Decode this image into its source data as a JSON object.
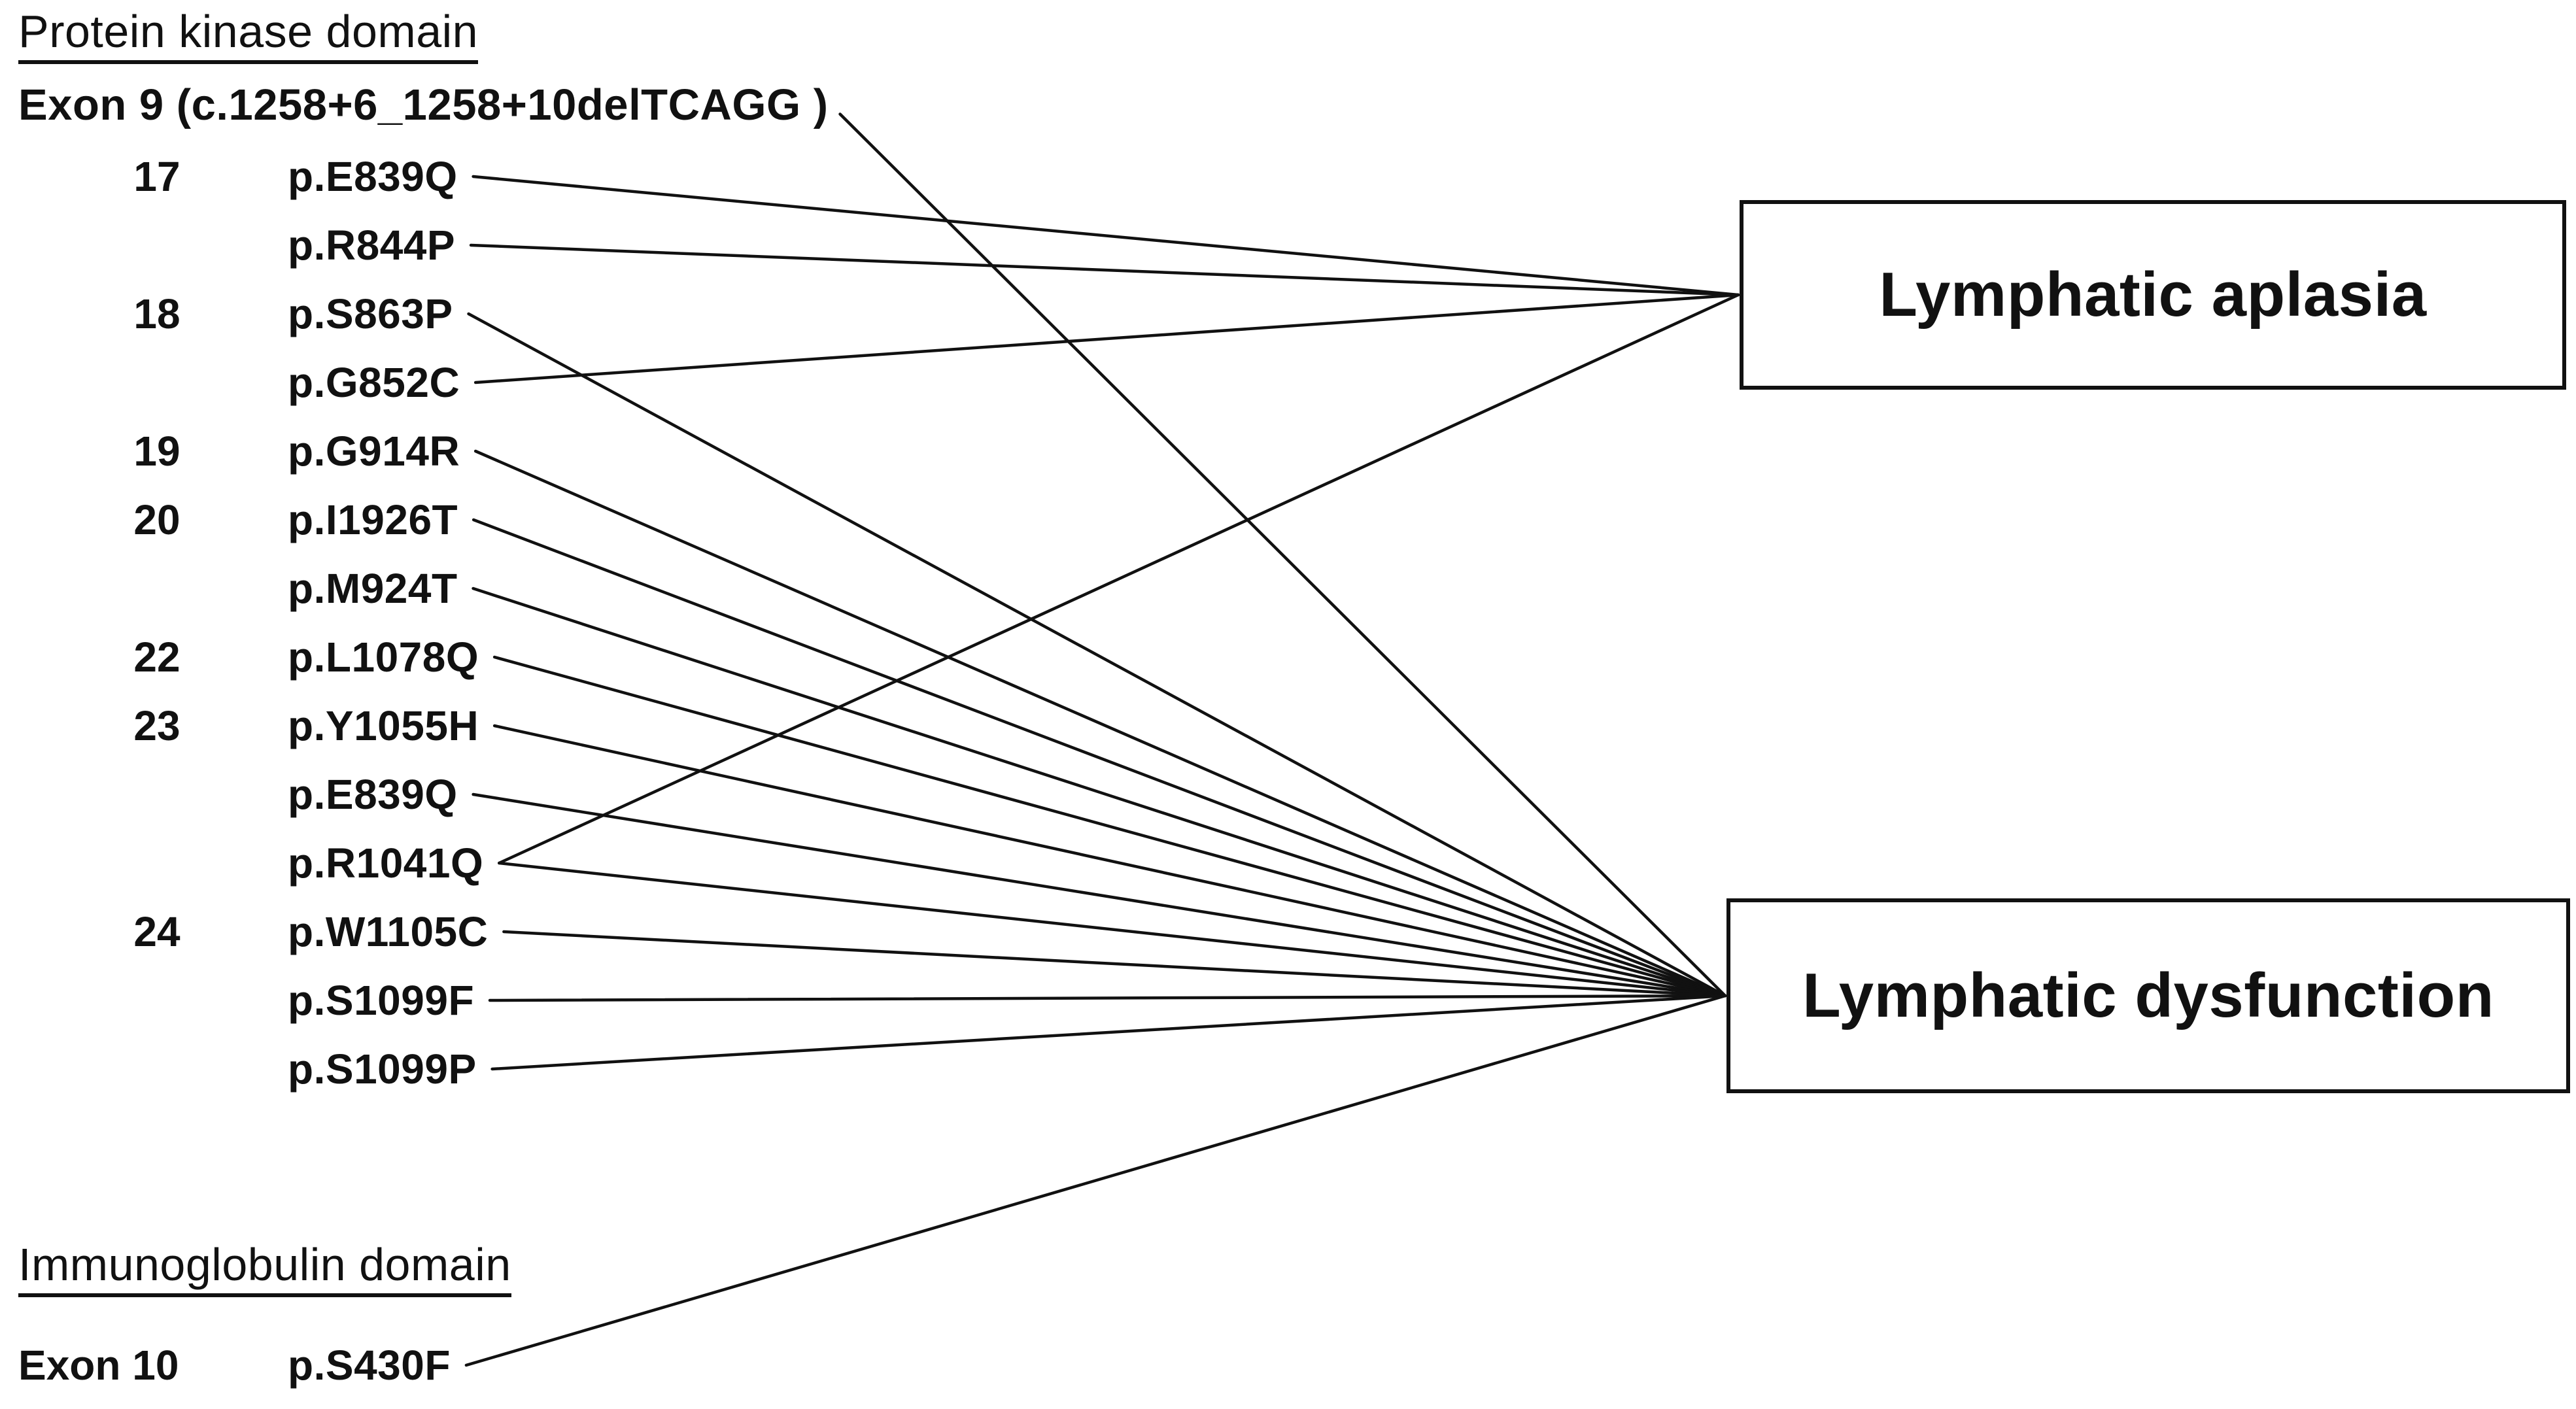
{
  "colors": {
    "ink": "#111111",
    "paper": "#ffffff"
  },
  "kinase_section": {
    "title": "Protein kinase domain",
    "exon9_id": "exon9",
    "exon9_label": "Exon 9 (c.1258+6_1258+10delTCAGG )"
  },
  "mutations": [
    {
      "id": "e839q_17",
      "exon": "17",
      "label": "p.E839Q"
    },
    {
      "id": "r844p",
      "exon": "",
      "label": "p.R844P"
    },
    {
      "id": "s863p",
      "exon": "18",
      "label": "p.S863P"
    },
    {
      "id": "g852c",
      "exon": "",
      "label": "p.G852C"
    },
    {
      "id": "g914r",
      "exon": "19",
      "label": "p.G914R"
    },
    {
      "id": "i1926t",
      "exon": "20",
      "label": "p.I1926T"
    },
    {
      "id": "m924t",
      "exon": "",
      "label": "p.M924T"
    },
    {
      "id": "l1078q",
      "exon": "22",
      "label": "p.L1078Q"
    },
    {
      "id": "y1055h",
      "exon": "23",
      "label": "p.Y1055H"
    },
    {
      "id": "e839q_23",
      "exon": "",
      "label": "p.E839Q"
    },
    {
      "id": "r1041q",
      "exon": "",
      "label": "p.R1041Q"
    },
    {
      "id": "w1105c",
      "exon": "24",
      "label": "p.W1105C"
    },
    {
      "id": "s1099f",
      "exon": "",
      "label": "p.S1099F"
    },
    {
      "id": "s1099p",
      "exon": "",
      "label": "p.S1099P"
    }
  ],
  "ig_section": {
    "title": "Immunoglobulin domain",
    "exon_label": "Exon 10",
    "mutation": {
      "id": "s430f",
      "label": "p.S430F"
    }
  },
  "outcomes": [
    {
      "id": "aplasia",
      "label": "Lymphatic aplasia"
    },
    {
      "id": "dysfunction",
      "label": "Lymphatic dysfunction"
    }
  ],
  "connections": [
    {
      "from": "exon9",
      "to": "dysfunction"
    },
    {
      "from": "e839q_17",
      "to": "aplasia"
    },
    {
      "from": "r844p",
      "to": "aplasia"
    },
    {
      "from": "s863p",
      "to": "dysfunction"
    },
    {
      "from": "g852c",
      "to": "aplasia"
    },
    {
      "from": "g914r",
      "to": "dysfunction"
    },
    {
      "from": "i1926t",
      "to": "dysfunction"
    },
    {
      "from": "m924t",
      "to": "dysfunction"
    },
    {
      "from": "l1078q",
      "to": "dysfunction"
    },
    {
      "from": "y1055h",
      "to": "dysfunction"
    },
    {
      "from": "e839q_23",
      "to": "dysfunction"
    },
    {
      "from": "r1041q",
      "to": "aplasia"
    },
    {
      "from": "r1041q",
      "to": "dysfunction"
    },
    {
      "from": "w1105c",
      "to": "dysfunction"
    },
    {
      "from": "s1099f",
      "to": "dysfunction"
    },
    {
      "from": "s1099p",
      "to": "dysfunction"
    },
    {
      "from": "s430f",
      "to": "dysfunction"
    }
  ]
}
